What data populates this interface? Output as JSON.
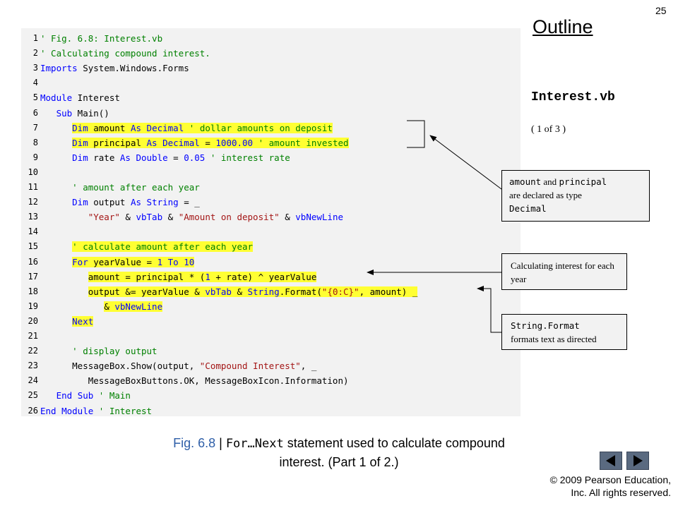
{
  "page_number": "25",
  "outline": {
    "title": "Outline",
    "file_name": "Interest.vb",
    "page_indicator": "( 1 of 3 )"
  },
  "code_lines": [
    {
      "num": "1",
      "segments": [
        {
          "t": "' Fig. 6.8: Interest.vb",
          "c": "cm"
        }
      ]
    },
    {
      "num": "2",
      "segments": [
        {
          "t": "' Calculating compound interest.",
          "c": "cm"
        }
      ]
    },
    {
      "num": "3",
      "segments": [
        {
          "t": "Imports",
          "c": "kw"
        },
        {
          "t": " System.Windows.Forms",
          "c": "tx"
        }
      ]
    },
    {
      "num": "4",
      "segments": []
    },
    {
      "num": "5",
      "segments": [
        {
          "t": "Module",
          "c": "kw"
        },
        {
          "t": " Interest",
          "c": "tx"
        }
      ]
    },
    {
      "num": "6",
      "segments": [
        {
          "t": "   ",
          "c": "tx"
        },
        {
          "t": "Sub",
          "c": "kw"
        },
        {
          "t": " Main()",
          "c": "tx"
        }
      ]
    },
    {
      "num": "7",
      "hl_from": 1,
      "segments": [
        {
          "t": "      ",
          "c": "tx"
        },
        {
          "t": "Dim",
          "c": "kw"
        },
        {
          "t": " amount ",
          "c": "tx"
        },
        {
          "t": "As",
          "c": "kw"
        },
        {
          "t": " ",
          "c": "tx"
        },
        {
          "t": "Decimal",
          "c": "kw"
        },
        {
          "t": " ",
          "c": "tx"
        },
        {
          "t": "' dollar amounts on deposit",
          "c": "cm"
        }
      ]
    },
    {
      "num": "8",
      "hl_from": 1,
      "segments": [
        {
          "t": "      ",
          "c": "tx"
        },
        {
          "t": "Dim",
          "c": "kw"
        },
        {
          "t": " principal ",
          "c": "tx"
        },
        {
          "t": "As",
          "c": "kw"
        },
        {
          "t": " ",
          "c": "tx"
        },
        {
          "t": "Decimal",
          "c": "kw"
        },
        {
          "t": " = ",
          "c": "tx"
        },
        {
          "t": "1000.00",
          "c": "kw"
        },
        {
          "t": " ",
          "c": "tx"
        },
        {
          "t": "' amount invested",
          "c": "cm"
        }
      ]
    },
    {
      "num": "9",
      "segments": [
        {
          "t": "      ",
          "c": "tx"
        },
        {
          "t": "Dim",
          "c": "kw"
        },
        {
          "t": " rate ",
          "c": "tx"
        },
        {
          "t": "As",
          "c": "kw"
        },
        {
          "t": " ",
          "c": "tx"
        },
        {
          "t": "Double",
          "c": "kw"
        },
        {
          "t": " = ",
          "c": "tx"
        },
        {
          "t": "0.05",
          "c": "kw"
        },
        {
          "t": " ",
          "c": "tx"
        },
        {
          "t": "' interest rate",
          "c": "cm"
        }
      ]
    },
    {
      "num": "10",
      "segments": []
    },
    {
      "num": "11",
      "segments": [
        {
          "t": "      ",
          "c": "tx"
        },
        {
          "t": "' amount after each year",
          "c": "cm"
        }
      ]
    },
    {
      "num": "12",
      "segments": [
        {
          "t": "      ",
          "c": "tx"
        },
        {
          "t": "Dim",
          "c": "kw"
        },
        {
          "t": " output ",
          "c": "tx"
        },
        {
          "t": "As",
          "c": "kw"
        },
        {
          "t": " ",
          "c": "tx"
        },
        {
          "t": "String",
          "c": "kw"
        },
        {
          "t": " = _",
          "c": "tx"
        }
      ]
    },
    {
      "num": "13",
      "segments": [
        {
          "t": "         ",
          "c": "tx"
        },
        {
          "t": "\"Year\"",
          "c": "st"
        },
        {
          "t": " & ",
          "c": "tx"
        },
        {
          "t": "vbTab",
          "c": "kw"
        },
        {
          "t": " & ",
          "c": "tx"
        },
        {
          "t": "\"Amount on deposit\"",
          "c": "st"
        },
        {
          "t": " & ",
          "c": "tx"
        },
        {
          "t": "vbNewLine",
          "c": "kw"
        }
      ]
    },
    {
      "num": "14",
      "segments": []
    },
    {
      "num": "15",
      "hl_from": 1,
      "segments": [
        {
          "t": "      ",
          "c": "tx"
        },
        {
          "t": "' calculate amount after each year",
          "c": "cm"
        }
      ]
    },
    {
      "num": "16",
      "hl_from": 1,
      "segments": [
        {
          "t": "      ",
          "c": "tx"
        },
        {
          "t": "For",
          "c": "kw"
        },
        {
          "t": " yearValue = ",
          "c": "tx"
        },
        {
          "t": "1",
          "c": "kw"
        },
        {
          "t": " ",
          "c": "tx"
        },
        {
          "t": "To",
          "c": "kw"
        },
        {
          "t": " ",
          "c": "tx"
        },
        {
          "t": "10",
          "c": "kw"
        }
      ]
    },
    {
      "num": "17",
      "hl_from": 1,
      "segments": [
        {
          "t": "         ",
          "c": "tx"
        },
        {
          "t": "amount = principal * (",
          "c": "tx"
        },
        {
          "t": "1",
          "c": "kw"
        },
        {
          "t": " + rate) ^ yearValue",
          "c": "tx"
        }
      ]
    },
    {
      "num": "18",
      "hl_from": 1,
      "segments": [
        {
          "t": "         ",
          "c": "tx"
        },
        {
          "t": "output &= yearValue & ",
          "c": "tx"
        },
        {
          "t": "vbTab",
          "c": "kw"
        },
        {
          "t": " & ",
          "c": "tx"
        },
        {
          "t": "String",
          "c": "kw"
        },
        {
          "t": ".Format(",
          "c": "tx"
        },
        {
          "t": "\"{0:C}\"",
          "c": "st"
        },
        {
          "t": ", amount) _",
          "c": "tx"
        }
      ]
    },
    {
      "num": "19",
      "hl_from": 1,
      "segments": [
        {
          "t": "            ",
          "c": "tx"
        },
        {
          "t": "& ",
          "c": "tx"
        },
        {
          "t": "vbNewLine",
          "c": "kw"
        }
      ]
    },
    {
      "num": "20",
      "hl_from": 1,
      "segments": [
        {
          "t": "      ",
          "c": "tx"
        },
        {
          "t": "Next",
          "c": "kw"
        }
      ]
    },
    {
      "num": "21",
      "segments": []
    },
    {
      "num": "22",
      "segments": [
        {
          "t": "      ",
          "c": "tx"
        },
        {
          "t": "' display output",
          "c": "cm"
        }
      ]
    },
    {
      "num": "23",
      "segments": [
        {
          "t": "      ",
          "c": "tx"
        },
        {
          "t": "MessageBox.Show(output, ",
          "c": "tx"
        },
        {
          "t": "\"Compound Interest\"",
          "c": "st"
        },
        {
          "t": ", _",
          "c": "tx"
        }
      ]
    },
    {
      "num": "24",
      "segments": [
        {
          "t": "         ",
          "c": "tx"
        },
        {
          "t": "MessageBoxButtons.OK, MessageBoxIcon.Information)",
          "c": "tx"
        }
      ]
    },
    {
      "num": "25",
      "segments": [
        {
          "t": "   ",
          "c": "tx"
        },
        {
          "t": "End",
          "c": "kw"
        },
        {
          "t": " ",
          "c": "tx"
        },
        {
          "t": "Sub",
          "c": "kw"
        },
        {
          "t": " ",
          "c": "tx"
        },
        {
          "t": "' Main",
          "c": "cm"
        }
      ]
    },
    {
      "num": "26",
      "segments": [
        {
          "t": "End",
          "c": "kw"
        },
        {
          "t": " ",
          "c": "tx"
        },
        {
          "t": "Module",
          "c": "kw"
        },
        {
          "t": " ",
          "c": "tx"
        },
        {
          "t": "' Interest",
          "c": "cm"
        }
      ]
    }
  ],
  "callouts": {
    "c1": {
      "mono1": "amount",
      "text1": " and ",
      "mono2": "principal",
      "text2": "are declared as type ",
      "mono3": "Decimal"
    },
    "c2": {
      "text": "Calculating interest for each year"
    },
    "c3": {
      "mono": "String.Format",
      "text": "formats text as directed"
    }
  },
  "caption": {
    "fig": "Fig. 6.8",
    "sep": " | ",
    "mono": "For…Next",
    "text": " statement used to calculate compound interest. (Part 1 of 2.)"
  },
  "nav": {
    "prev_icon": "triangle-left-icon",
    "next_icon": "triangle-right-icon"
  },
  "copyright": {
    "line1": "© 2009 Pearson Education,",
    "line2": "Inc.  All rights reserved."
  },
  "colors": {
    "keyword": "#0000ff",
    "comment": "#008000",
    "string": "#a31515",
    "highlight": "#ffff33",
    "caption_fig": "#2f5fa8"
  }
}
